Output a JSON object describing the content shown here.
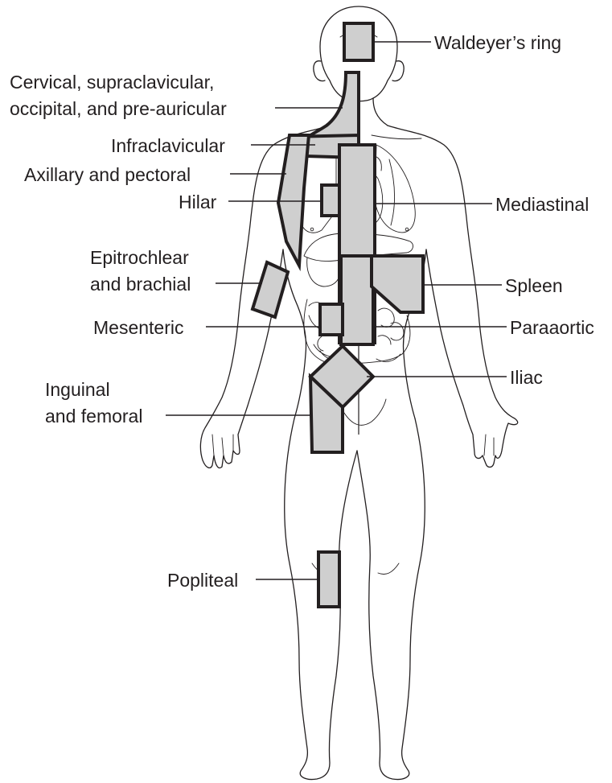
{
  "colors": {
    "region_fill": "#cfcfcf",
    "stroke": "#231f20",
    "background": "#ffffff"
  },
  "labels": {
    "waldeyer": "Waldeyer’s ring",
    "cervical_line1": "Cervical, supraclavicular,",
    "cervical_line2": "occipital, and pre-auricular",
    "infraclavicular": "Infraclavicular",
    "axillary": "Axillary and pectoral",
    "hilar": "Hilar",
    "mediastinal": "Mediastinal",
    "epitrochlear_line1": "Epitrochlear",
    "epitrochlear_line2": "and brachial",
    "spleen": "Spleen",
    "mesenteric": "Mesenteric",
    "paraaortic": "Paraaortic",
    "iliac": "Iliac",
    "inguinal_line1": "Inguinal",
    "inguinal_line2": "and femoral",
    "popliteal": "Popliteal"
  }
}
